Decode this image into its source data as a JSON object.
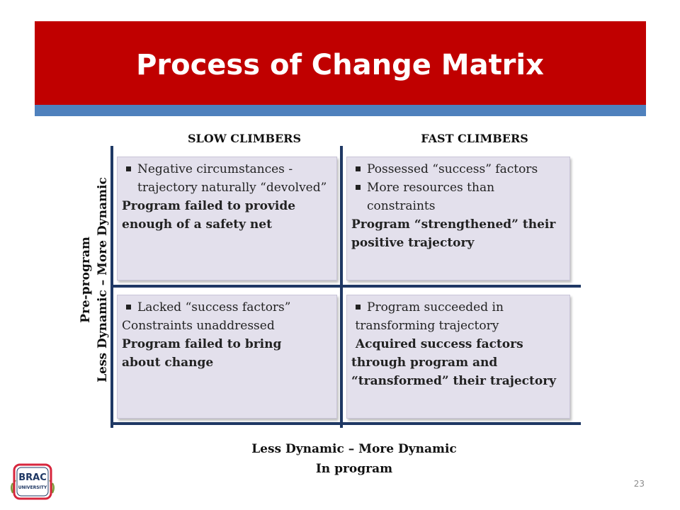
{
  "slide": {
    "title": "Process of Change Matrix",
    "page_number": "23"
  },
  "columns": {
    "left": "SLOW CLIMBERS",
    "right": "FAST CLIMBERS"
  },
  "y_axis": {
    "line1": "Pre-program",
    "line2": "Less Dynamic – More Dynamic"
  },
  "x_axis": {
    "line1": "Less Dynamic – More Dynamic",
    "line2": "In program"
  },
  "cells": {
    "top_left": {
      "bullet1": "Negative circumstances -",
      "bullet1_cont": "trajectory naturally “devolved”",
      "bold1": "Program failed to provide",
      "bold2": "enough of a safety net"
    },
    "top_right": {
      "bullet1": "Possessed “success” factors",
      "bullet2": "More resources than",
      "bullet2_cont": "constraints",
      "bold1": "Program “strengthened” their",
      "bold2": "positive trajectory"
    },
    "bottom_left": {
      "bullet1": "Lacked “success factors”",
      "plain1": "Constraints unaddressed",
      "bold1": "Program  failed to bring",
      "bold2": "about change"
    },
    "bottom_right": {
      "bullet1": "Program  succeeded in",
      "bullet1_cont": " transforming trajectory",
      "bold1": " Acquired success factors",
      "bold2": "through program and",
      "bold3": "“transformed” their trajectory"
    }
  },
  "logo": {
    "line1": "BRAC",
    "line2": "UNIVERSITY"
  },
  "colors": {
    "title_band": "#c00000",
    "title_rule": "#4f81bd",
    "axis_lines": "#1f3864",
    "cell_fill": "#e3e0ec"
  }
}
